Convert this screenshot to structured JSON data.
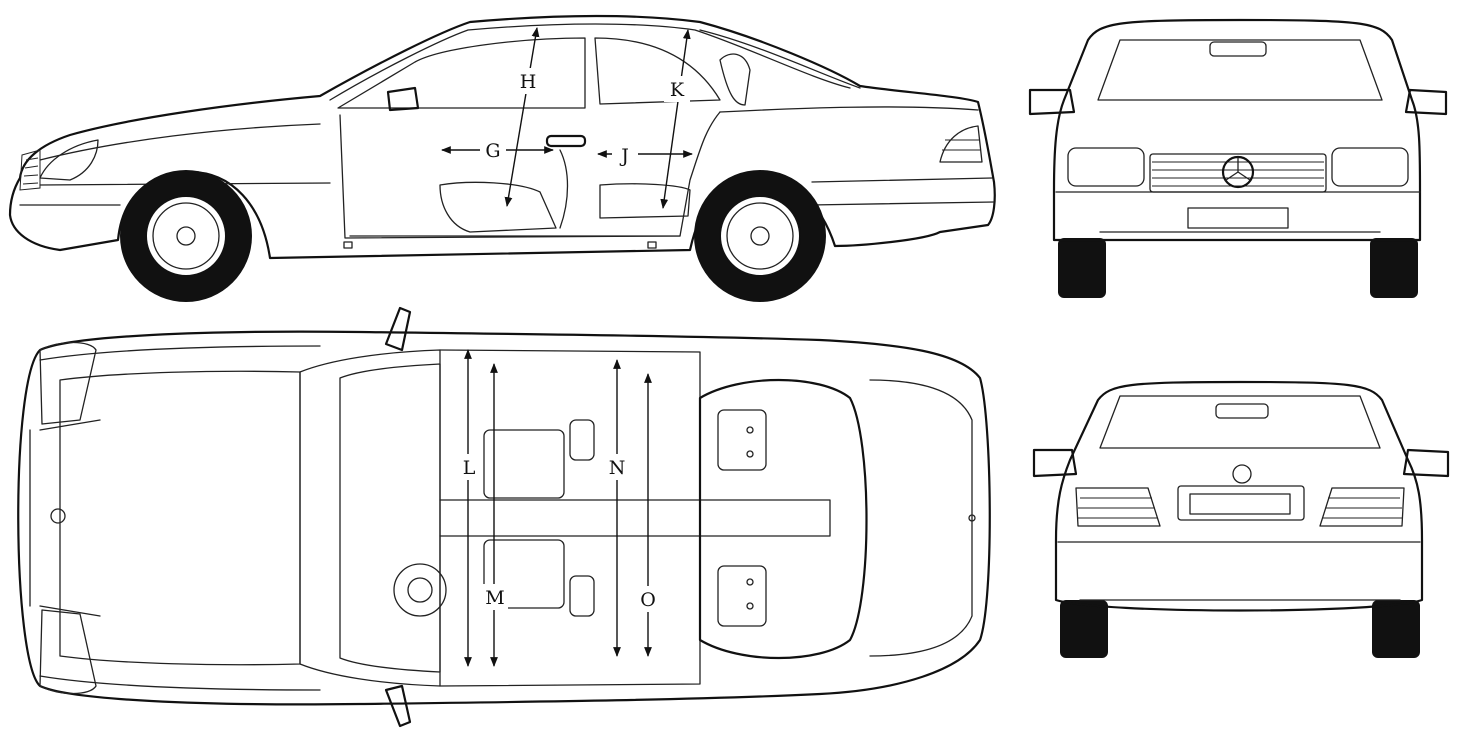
{
  "dimension_labels": {
    "G": "G",
    "H": "H",
    "J": "J",
    "K": "K",
    "L": "L",
    "M": "M",
    "N": "N",
    "O": "O"
  },
  "colors": {
    "line": "#111111",
    "background": "#ffffff"
  }
}
